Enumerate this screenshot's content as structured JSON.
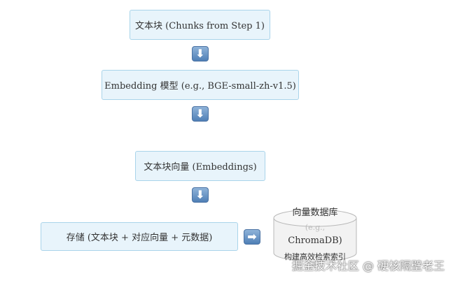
{
  "nodes": {
    "chunks": "文本块 (Chunks from Step 1)",
    "model": "Embedding 模型 (e.g., BGE-small-zh-v1.5)",
    "vectors": "文本块向量 (Embeddings)",
    "store": "存储 (文本块 + 对应向量 + 元数据)"
  },
  "database": {
    "title": "向量数据库",
    "example": "(e.g.,",
    "name": "ChromaDB)",
    "subtitle": "构建高效检索索引",
    "index": "引"
  },
  "arrows": {
    "down": "⬇",
    "right": "➡"
  },
  "watermark": "掘金技术社区 @ 硬核隔壁老王"
}
